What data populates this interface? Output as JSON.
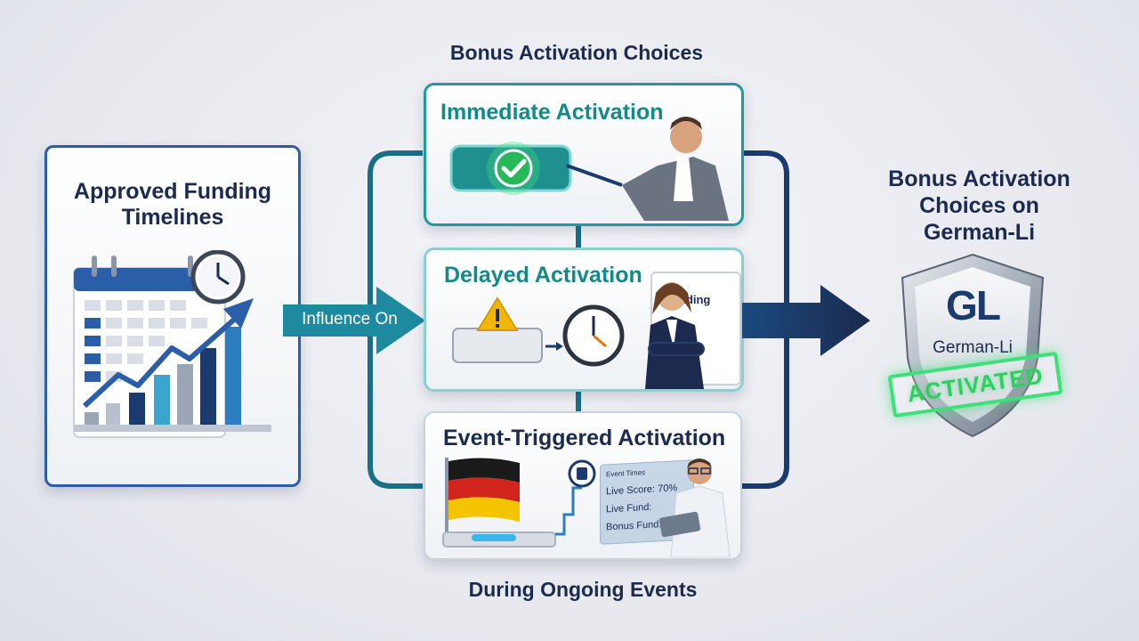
{
  "diagram": {
    "top_heading": "Bonus Activation Choices",
    "bottom_caption": "During Ongoing Events",
    "left_panel": {
      "title_line1": "Approved Funding",
      "title_line2": "Timelines"
    },
    "connector": {
      "label": "Influence On"
    },
    "options": [
      {
        "title": "Immediate Activation"
      },
      {
        "title": "Delayed Activation",
        "calendar_text": "nding"
      },
      {
        "title": "Event-Triggered Activation",
        "screen_lines": [
          "Event Times",
          "Live Score: 70%",
          "Live Fund: ",
          "Bonus Fund: €2.5M"
        ]
      }
    ],
    "result": {
      "title_line1": "Bonus Activation",
      "title_line2": "Choices on",
      "title_line3": "German-Li",
      "shield_logo": "GL",
      "shield_name": "German-Li",
      "stamp": "ACTIVATED"
    }
  },
  "colors": {
    "navy": "#1b2a4e",
    "teal": "#138a8a",
    "blue": "#2a5ea8",
    "green_glow": "#3ee07a",
    "warning": "#f2b705"
  }
}
